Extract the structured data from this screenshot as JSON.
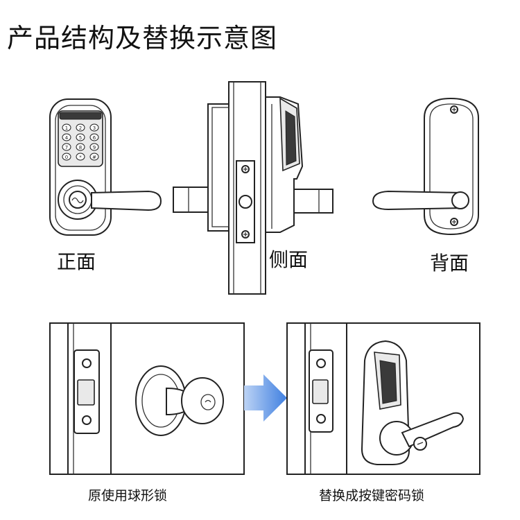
{
  "title": "产品结构及替换示意图",
  "views": {
    "front": "正面",
    "side": "侧面",
    "back": "背面"
  },
  "captions": {
    "before": "原使用球形锁",
    "after": "替换成按键密码锁"
  },
  "keypad_keys": [
    "1",
    "2",
    "3",
    "4",
    "5",
    "6",
    "7",
    "8",
    "9",
    "0",
    "*",
    "#"
  ],
  "colors": {
    "arrow": "#4a86e8",
    "line": "#222222"
  }
}
